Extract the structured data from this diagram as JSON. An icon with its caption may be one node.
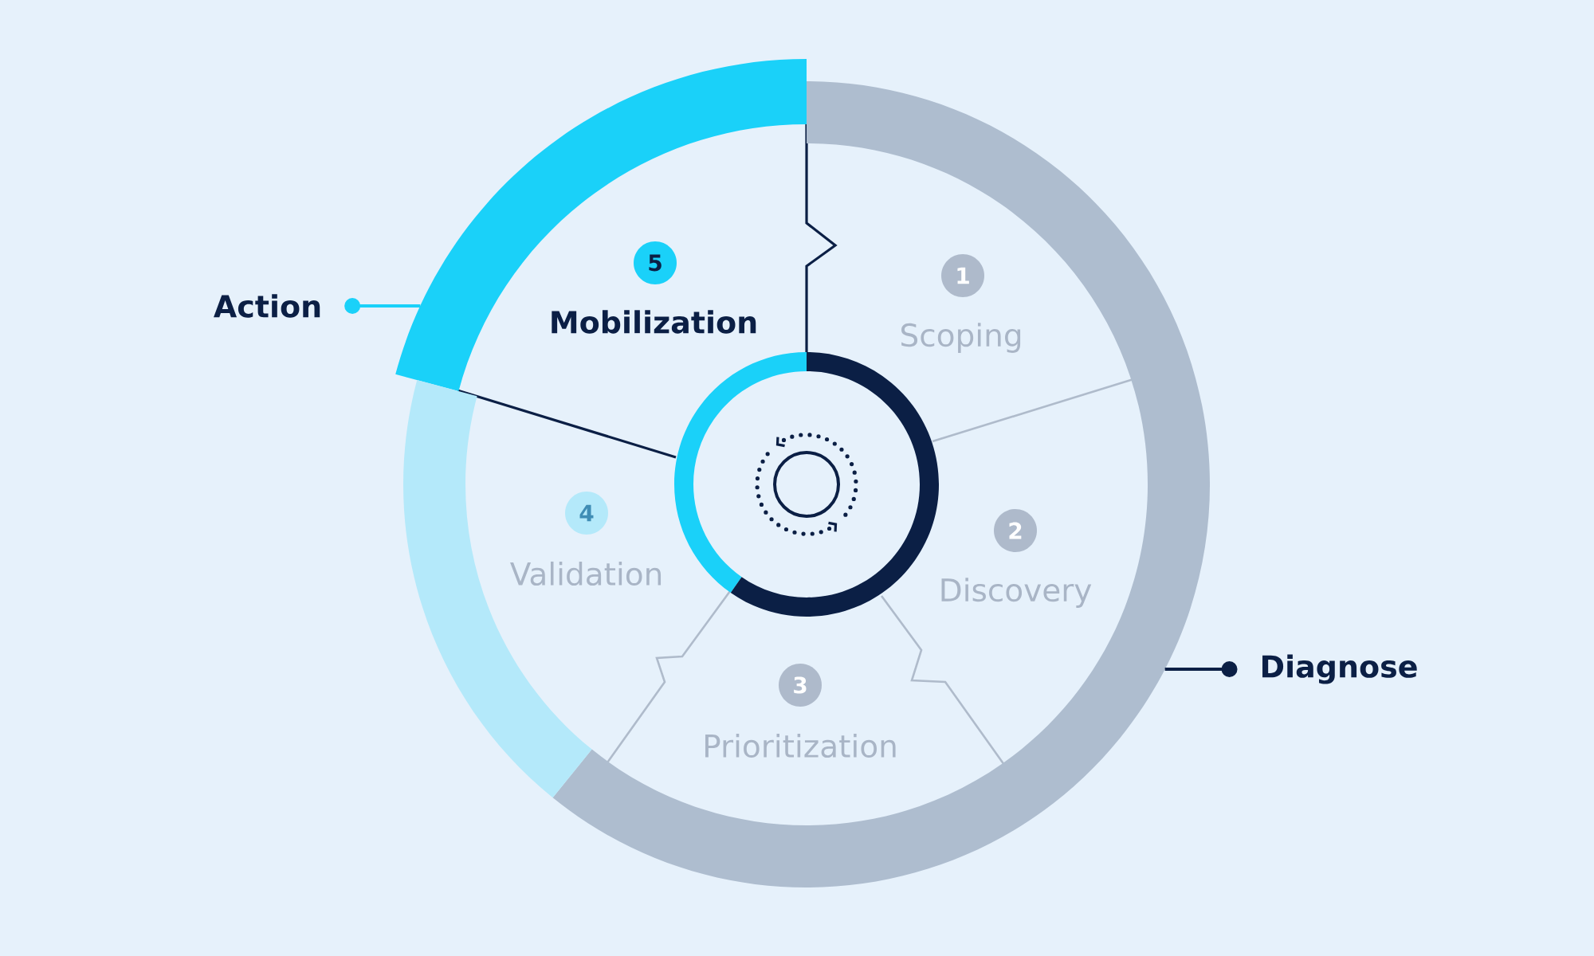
{
  "diagram": {
    "nodes": [
      {
        "text": [
          "1",
          "Scoping"
        ]
      },
      {
        "text": [
          "2",
          "Discovery"
        ]
      },
      {
        "text": [
          "3",
          "Prioritization"
        ]
      },
      {
        "text": [
          "4",
          "Validation"
        ]
      },
      {
        "text": [
          "5",
          "Mobilization"
        ]
      },
      {
        "text": [
          "Action"
        ]
      },
      {
        "text": [],
        "shape": "arc"
      },
      {
        "text": [
          "Diagnose"
        ]
      },
      {
        "text": [],
        "shape": "arc"
      },
      {
        "text": [],
        "shape": "arc"
      }
    ],
    "edges": [
      {
        "from": 5,
        "to": 6,
        "arrow": "other",
        "color": "#1ad1f9"
      },
      {
        "from": 7,
        "to": 8,
        "arrow": "other",
        "color": "#0b1f45"
      }
    ]
  }
}
